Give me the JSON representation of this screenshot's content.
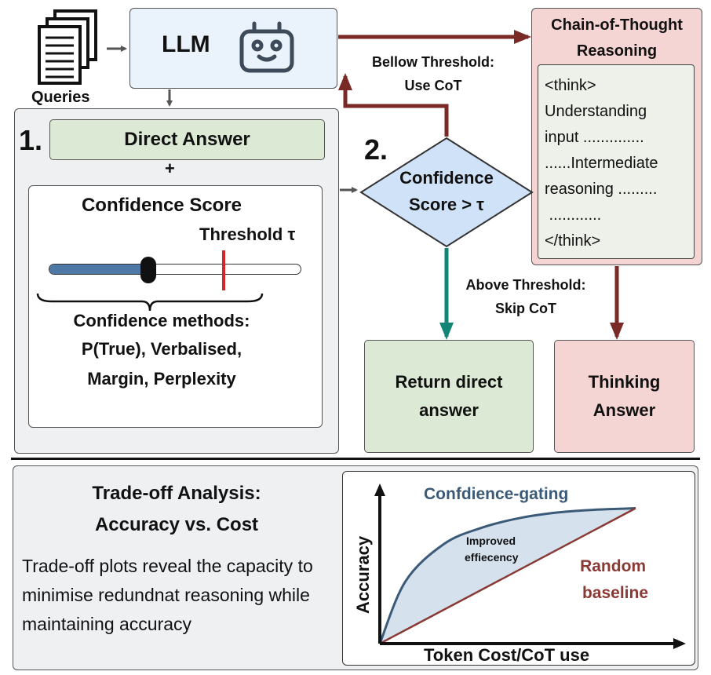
{
  "queries_label": "Queries",
  "llm_label": "LLM",
  "cot": {
    "title_line1": "Chain-of-Thought",
    "title_line2": "Reasoning",
    "lines": [
      "<think>",
      "Understanding",
      "input ..............",
      "......Intermediate",
      "reasoning .........",
      " ............",
      "</think>"
    ]
  },
  "stage1": {
    "number": "1.",
    "direct_answer": "Direct Answer",
    "plus": "+",
    "confidence_title": "Confidence Score",
    "threshold_label": "Threshold τ",
    "slider_value": 0.4,
    "threshold_value": 0.7,
    "methods_title": "Confidence methods:",
    "methods_line1": "P(True), Verbalised,",
    "methods_line2": "Margin, Perplexity"
  },
  "stage2": {
    "number": "2.",
    "decision_line1": "Confidence",
    "decision_line2": "Score > τ",
    "below_line1": "Bellow Threshold:",
    "below_line2": "Use CoT",
    "above_line1": "Above Threshold:",
    "above_line2": "Skip CoT"
  },
  "outputs": {
    "return_line1": "Return direct",
    "return_line2": "answer",
    "thinking_line1": "Thinking",
    "thinking_line2": "Answer"
  },
  "tradeoff": {
    "title_line1": "Trade-off Analysis:",
    "title_line2": "Accuracy vs. Cost",
    "description": "Trade-off plots reveal the capacity to minimise redundnat reasoning while maintaining accuracy"
  },
  "chart_data": {
    "type": "line",
    "xlabel": "Token Cost/CoT use",
    "ylabel": "Accuracy",
    "series": [
      {
        "name": "Confdience-gating",
        "x": [
          0,
          0.1,
          0.25,
          0.4,
          0.55,
          0.7,
          0.85,
          1.0
        ],
        "y": [
          0,
          0.45,
          0.72,
          0.84,
          0.91,
          0.95,
          0.97,
          0.98
        ]
      },
      {
        "name": "Random baseline",
        "x": [
          0,
          1.0
        ],
        "y": [
          0,
          0.98
        ]
      }
    ],
    "annotations": [
      "Improved",
      "effiecency"
    ]
  },
  "colors": {
    "llm_bg": "#eaf2fb",
    "cot_bg": "#f5d5d3",
    "direct_bg": "#dce9d4",
    "diamond_bg": "#cfe2f7",
    "arrow_red": "#7a2a26",
    "arrow_teal": "#138577",
    "arrow_gray": "#555555",
    "gating_line": "#3b5a78",
    "baseline_line": "#8a3a35"
  }
}
